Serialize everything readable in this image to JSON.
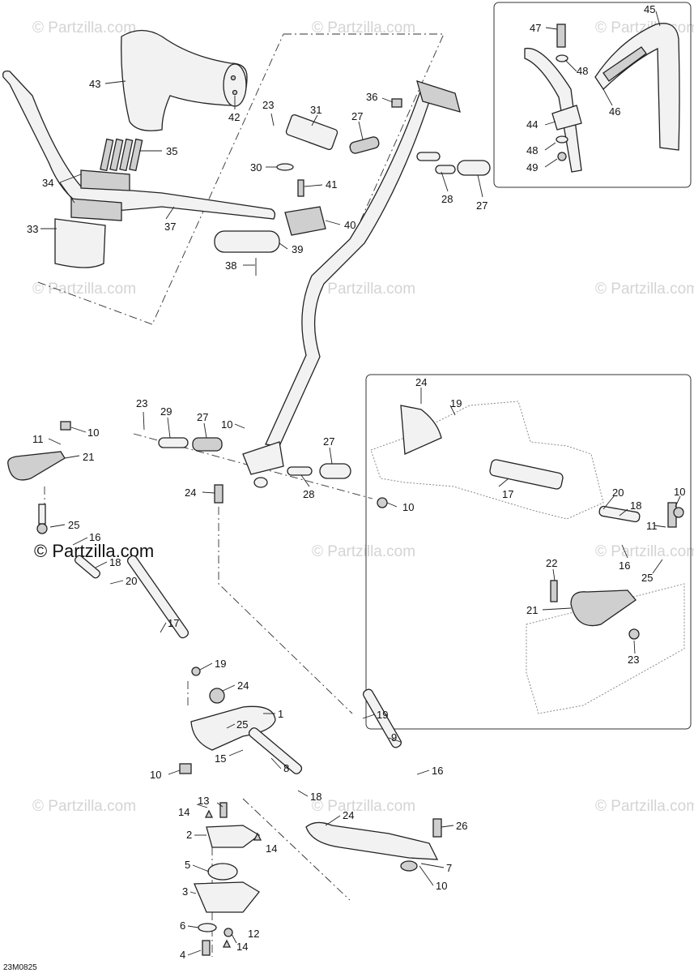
{
  "watermark": {
    "faint_text": "© Partzilla.com",
    "strong_text": "© Partzilla.com"
  },
  "drawing_code": "23M0825",
  "callouts": [
    {
      "id": "c1",
      "text": "1"
    },
    {
      "id": "c2",
      "text": "2"
    },
    {
      "id": "c3",
      "text": "3"
    },
    {
      "id": "c4",
      "text": "4"
    },
    {
      "id": "c5",
      "text": "5"
    },
    {
      "id": "c6",
      "text": "6"
    },
    {
      "id": "c7",
      "text": "7"
    },
    {
      "id": "c8",
      "text": "8"
    },
    {
      "id": "c9",
      "text": "9"
    },
    {
      "id": "c10a",
      "text": "10"
    },
    {
      "id": "c10b",
      "text": "10"
    },
    {
      "id": "c10c",
      "text": "10"
    },
    {
      "id": "c10d",
      "text": "10"
    },
    {
      "id": "c10e",
      "text": "10"
    },
    {
      "id": "c10f",
      "text": "10"
    },
    {
      "id": "c11a",
      "text": "11"
    },
    {
      "id": "c11b",
      "text": "11"
    },
    {
      "id": "c12",
      "text": "12"
    },
    {
      "id": "c13",
      "text": "13"
    },
    {
      "id": "c14a",
      "text": "14"
    },
    {
      "id": "c14b",
      "text": "14"
    },
    {
      "id": "c14c",
      "text": "14"
    },
    {
      "id": "c15",
      "text": "15"
    },
    {
      "id": "c16a",
      "text": "16"
    },
    {
      "id": "c16b",
      "text": "16"
    },
    {
      "id": "c16c",
      "text": "16"
    },
    {
      "id": "c17a",
      "text": "17"
    },
    {
      "id": "c17b",
      "text": "17"
    },
    {
      "id": "c18a",
      "text": "18"
    },
    {
      "id": "c18b",
      "text": "18"
    },
    {
      "id": "c18c",
      "text": "18"
    },
    {
      "id": "c19a",
      "text": "19"
    },
    {
      "id": "c19b",
      "text": "19"
    },
    {
      "id": "c19c",
      "text": "19"
    },
    {
      "id": "c20a",
      "text": "20"
    },
    {
      "id": "c20b",
      "text": "20"
    },
    {
      "id": "c21a",
      "text": "21"
    },
    {
      "id": "c21b",
      "text": "21"
    },
    {
      "id": "c22",
      "text": "22"
    },
    {
      "id": "c23a",
      "text": "23"
    },
    {
      "id": "c23b",
      "text": "23"
    },
    {
      "id": "c23c",
      "text": "23"
    },
    {
      "id": "c24a",
      "text": "24"
    },
    {
      "id": "c24b",
      "text": "24"
    },
    {
      "id": "c24c",
      "text": "24"
    },
    {
      "id": "c24d",
      "text": "24"
    },
    {
      "id": "c25a",
      "text": "25"
    },
    {
      "id": "c25b",
      "text": "25"
    },
    {
      "id": "c25c",
      "text": "25"
    },
    {
      "id": "c26",
      "text": "26"
    },
    {
      "id": "c27a",
      "text": "27"
    },
    {
      "id": "c27b",
      "text": "27"
    },
    {
      "id": "c27c",
      "text": "27"
    },
    {
      "id": "c27d",
      "text": "27"
    },
    {
      "id": "c28a",
      "text": "28"
    },
    {
      "id": "c28b",
      "text": "28"
    },
    {
      "id": "c29",
      "text": "29"
    },
    {
      "id": "c30",
      "text": "30"
    },
    {
      "id": "c31",
      "text": "31"
    },
    {
      "id": "c33",
      "text": "33"
    },
    {
      "id": "c34",
      "text": "34"
    },
    {
      "id": "c35",
      "text": "35"
    },
    {
      "id": "c36",
      "text": "36"
    },
    {
      "id": "c37",
      "text": "37"
    },
    {
      "id": "c38",
      "text": "38"
    },
    {
      "id": "c39",
      "text": "39"
    },
    {
      "id": "c40",
      "text": "40"
    },
    {
      "id": "c41",
      "text": "41"
    },
    {
      "id": "c42",
      "text": "42"
    },
    {
      "id": "c43",
      "text": "43"
    },
    {
      "id": "c44",
      "text": "44"
    },
    {
      "id": "c45",
      "text": "45"
    },
    {
      "id": "c46",
      "text": "46"
    },
    {
      "id": "c47",
      "text": "47"
    },
    {
      "id": "c48a",
      "text": "48"
    },
    {
      "id": "c48b",
      "text": "48"
    },
    {
      "id": "c49",
      "text": "49"
    }
  ]
}
